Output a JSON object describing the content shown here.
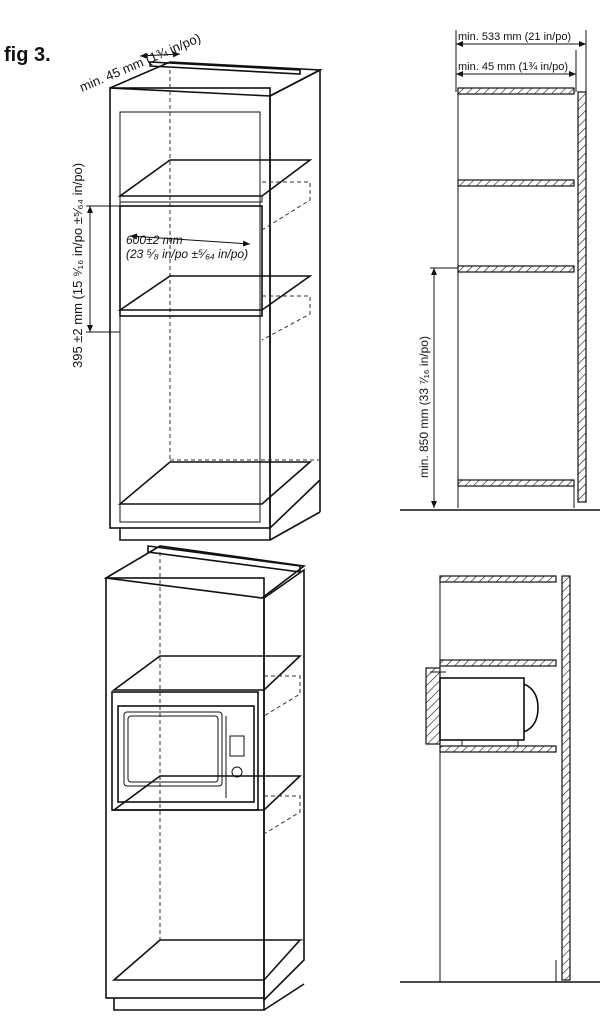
{
  "figure_label": "fig 3.",
  "top_cabinet": {
    "depth_label": "min. 45 mm (1¾ in/po)",
    "height_label": "395 ±2 mm (15 ⁹⁄₁₆ in/po  ±⁵⁄₆₄ in/po)",
    "width_label_line1": "600±2 mm",
    "width_label_line2": "(23 ⁵⁄₈ in/po  ±⁵⁄₆₄ in/po)"
  },
  "side_section": {
    "depth_label": "min. 533 mm (21 in/po)",
    "rear_gap_label": "min. 45 mm (1¾ in/po)",
    "floor_height_label": "min. 850 mm (33 ⁷⁄₁₆ in/po)"
  }
}
